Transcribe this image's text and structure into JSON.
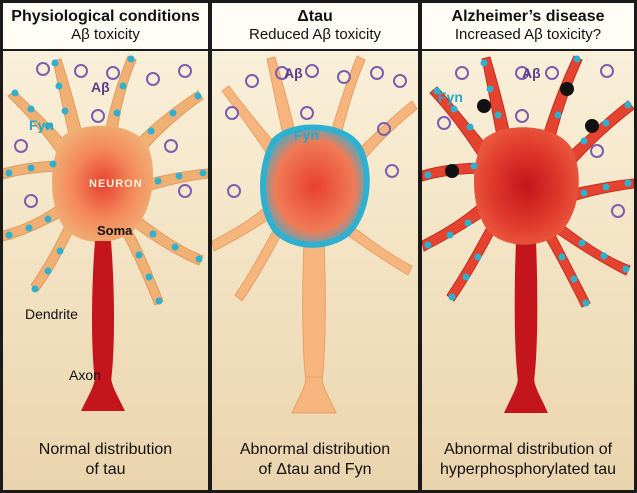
{
  "panels": [
    {
      "title": "Physiological conditions",
      "subtitle": "Aβ toxicity",
      "caption_line1": "Normal distribution",
      "caption_line2": "of tau",
      "labels": {
        "abeta": "Aβ",
        "fyn": "Fyn",
        "neuron": "NEURON",
        "soma": "Soma",
        "dendrite": "Dendrite",
        "axon": "Axon"
      }
    },
    {
      "title": "Δtau",
      "subtitle": "Reduced Aβ toxicity",
      "caption_line1": "Abnormal distribution",
      "caption_line2": "of Δtau and Fyn",
      "labels": {
        "abeta": "Aβ",
        "fyn": "Fyn"
      }
    },
    {
      "title": "Alzheimer’s disease",
      "subtitle": "Increased Aβ toxicity?",
      "caption_line1": "Abnormal distribution of",
      "caption_line2": "hyperphosphorylated tau",
      "labels": {
        "abeta": "Aβ",
        "fyn": "Fyn"
      }
    }
  ],
  "colors": {
    "neuron_body": "#f0b074",
    "soma_center": "#e8412e",
    "axon_terminal": "#c4151c",
    "fyn_dots": "#2fb0cf",
    "abeta": "#7a5fae",
    "hyperphosphorylated_tau": "#b62a1e",
    "aggregates": "#111111"
  }
}
